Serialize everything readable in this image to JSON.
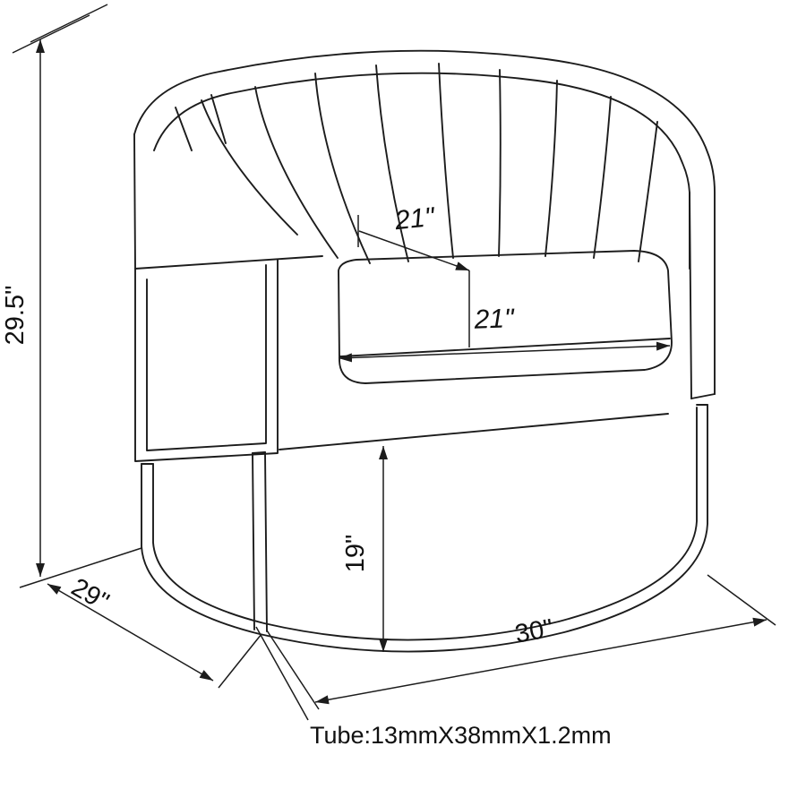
{
  "diagram": {
    "line_color": "#1c1c1c",
    "background_color": "#ffffff",
    "labels": {
      "overall_height": "29.5\"",
      "base_depth": "29\"",
      "overall_width": "30\"",
      "seat_depth": "21\"",
      "seat_width": "21\"",
      "floor_to_seat_height": "19\"",
      "tube_spec": "Tube:13mmX38mmX1.2mm"
    }
  }
}
